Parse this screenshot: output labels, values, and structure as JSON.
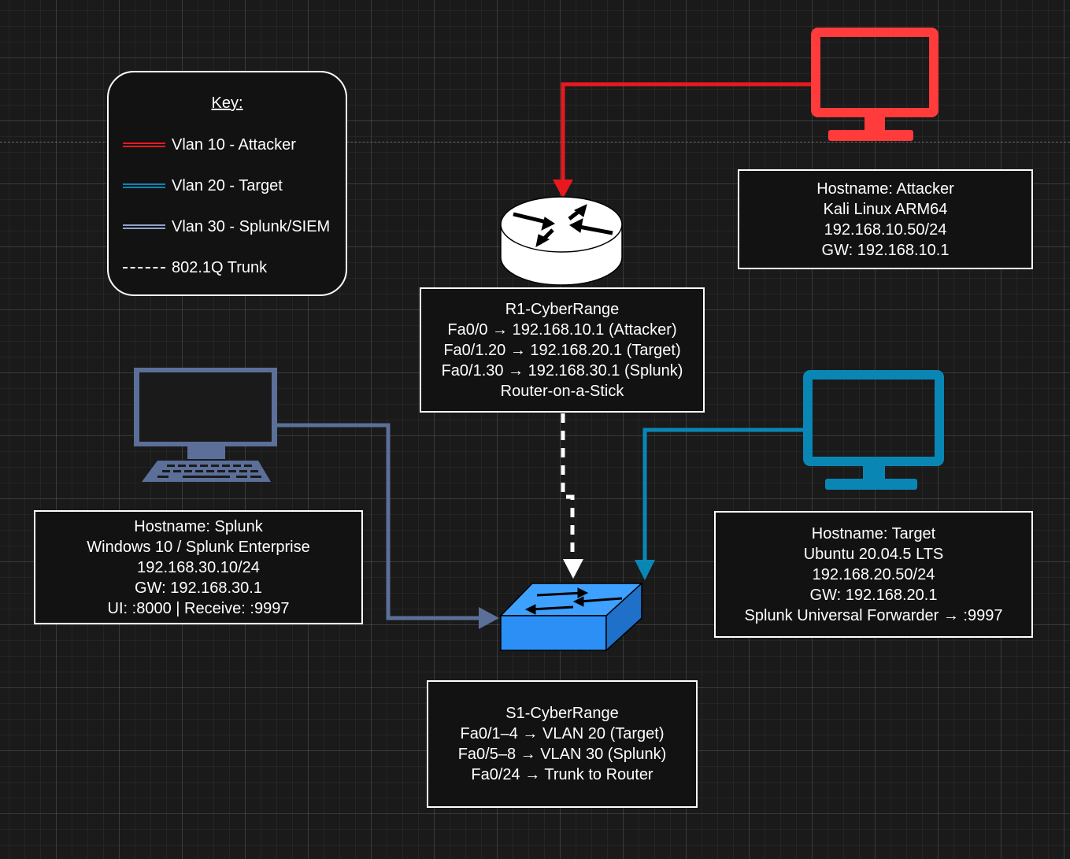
{
  "colors": {
    "attacker": "#e8191e",
    "target": "#0a86b5",
    "splunk": "#5b6f99",
    "trunk": "#ffffff",
    "switch": "#2b8ff5",
    "router": "#ffffff"
  },
  "key": {
    "title": "Key:",
    "items": [
      {
        "label": "Vlan 10 - Attacker",
        "style": "double-line",
        "color": "#e8191e"
      },
      {
        "label": "Vlan 20 - Target",
        "style": "double-line",
        "color": "#0a86b5"
      },
      {
        "label": "Vlan 30 - Splunk/SIEM",
        "style": "double-line",
        "color": "#8fa2c9"
      },
      {
        "label": "802.1Q Trunk",
        "style": "dashed",
        "color": "#ffffff"
      }
    ]
  },
  "nodes": {
    "router": {
      "icon": "router-icon",
      "lines": [
        "R1-CyberRange",
        "Fa0/0 → 192.168.10.1 (Attacker)",
        "Fa0/1.20 → 192.168.20.1 (Target)",
        "Fa0/1.30 → 192.168.30.1 (Splunk)",
        "Router-on-a-Stick"
      ]
    },
    "attacker": {
      "icon": "monitor-icon",
      "lines": [
        "Hostname: Attacker",
        "Kali Linux ARM64",
        "192.168.10.50/24",
        "GW: 192.168.10.1"
      ]
    },
    "splunk": {
      "icon": "desktop-computer-icon",
      "lines": [
        "Hostname: Splunk",
        "Windows 10 / Splunk Enterprise",
        "192.168.30.10/24",
        "GW: 192.168.30.1",
        "UI: :8000 | Receive: :9997"
      ]
    },
    "target": {
      "icon": "monitor-icon",
      "lines": [
        "Hostname: Target",
        "Ubuntu 20.04.5 LTS",
        "192.168.20.50/24",
        "GW: 192.168.20.1",
        "Splunk Universal Forwarder → :9997"
      ]
    },
    "switch": {
      "icon": "switch-icon",
      "lines": [
        "S1-CyberRange",
        "Fa0/1–4 → VLAN 20 (Target)",
        "Fa0/5–8 → VLAN 30 (Splunk)",
        "Fa0/24 → Trunk to Router"
      ]
    }
  }
}
